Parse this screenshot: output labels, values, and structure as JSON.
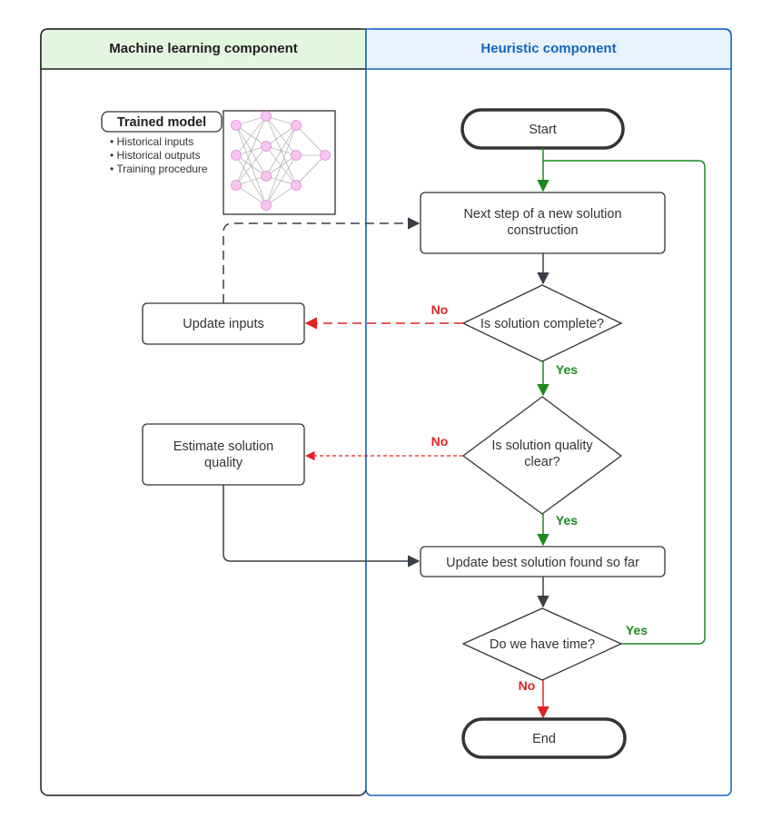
{
  "lanes": {
    "ml": {
      "title": "Machine learning component"
    },
    "heuristic": {
      "title": "Heuristic component"
    }
  },
  "model": {
    "title": "Trained model",
    "bullets": [
      "• Historical inputs",
      "• Historical outputs",
      "• Training procedure"
    ]
  },
  "nodes": {
    "start": "Start",
    "next_step": [
      "Next step of a new solution",
      "construction"
    ],
    "is_complete": "Is solution complete?",
    "quality_clear": [
      "Is solution quality",
      "clear?"
    ],
    "update_best": "Update best solution found so far",
    "have_time": "Do we have time?",
    "end": "End",
    "update_inputs": "Update inputs",
    "estimate_quality": [
      "Estimate solution",
      "quality"
    ]
  },
  "edge_labels": {
    "complete_no": "No",
    "complete_yes": "Yes",
    "quality_no": "No",
    "quality_yes": "Yes",
    "time_yes": "Yes",
    "time_no": "No"
  },
  "colors": {
    "ml_header_bg": "#e3f6df",
    "heuristic_header_bg": "#e9f3fd",
    "heuristic_accent": "#1565c0",
    "yes": "#1d8a1d",
    "no": "#e02424",
    "node_border": "#333333",
    "arrow": "#3a3f47",
    "neuron": "#f7c6f0"
  }
}
